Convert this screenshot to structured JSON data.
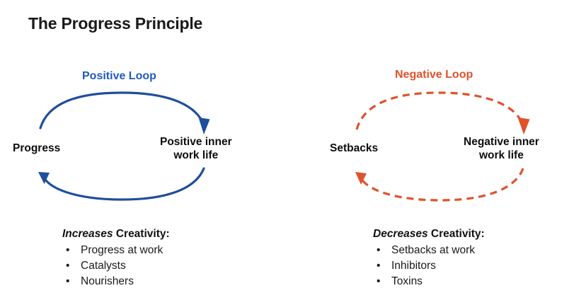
{
  "slide": {
    "title": "The Progress Principle",
    "background_color": "#FFFFFF"
  },
  "colors": {
    "positive_blue": "#1F5BBF",
    "positive_arrow_blue": "#1F4E9C",
    "negative_orange": "#E1512A",
    "text_black": "#111111"
  },
  "loops": {
    "positive": {
      "label": "Positive Loop",
      "label_color": "#1F5BBF",
      "line_style": "solid",
      "nodes": {
        "left": "Progress",
        "right_line1": "Positive inner",
        "right_line2": "work life"
      },
      "list": {
        "heading_emphasis": "Increases",
        "heading_rest": " Creativity:",
        "bullet_glyph": "•",
        "bullets": [
          "Progress at work",
          "Catalysts",
          "Nourishers"
        ]
      }
    },
    "negative": {
      "label": "Negative Loop",
      "label_color": "#E1512A",
      "line_style": "dashed",
      "nodes": {
        "left": "Setbacks",
        "right_line1": "Negative inner",
        "right_line2": "work life"
      },
      "list": {
        "heading_emphasis": "Decreases",
        "heading_rest": " Creativity:",
        "bullet_glyph": "•",
        "bullets": [
          "Setbacks at work",
          "Inhibitors",
          "Toxins"
        ]
      }
    }
  }
}
